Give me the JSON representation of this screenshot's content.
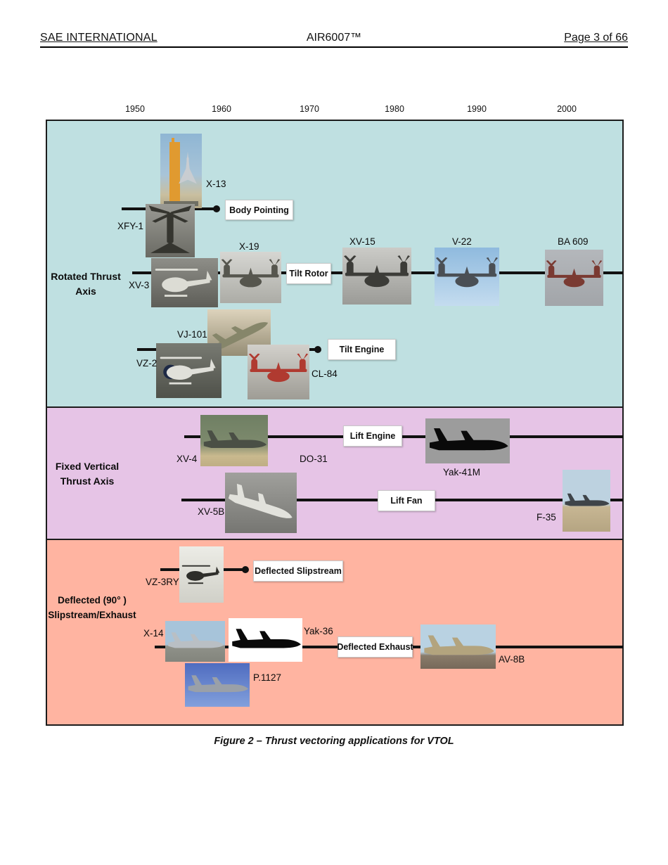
{
  "header": {
    "left": "SAE INTERNATIONAL",
    "center": "AIR6007™",
    "right": "Page 3 of 66"
  },
  "timeline": {
    "years": [
      "1950",
      "1960",
      "1970",
      "1980",
      "1990",
      "2000"
    ]
  },
  "figure": {
    "bands": [
      {
        "label_lines": [
          "Rotated Thrust",
          "Axis"
        ],
        "color": "#bfe0e1",
        "rows": [
          {
            "category": "Body Pointing",
            "aircraft": [
              "X-13",
              "XFY-1"
            ]
          },
          {
            "category": "Tilt Rotor",
            "aircraft": [
              "XV-3",
              "X-19",
              "XV-15",
              "V-22",
              "BA 609"
            ]
          },
          {
            "category": "Tilt Engine",
            "aircraft": [
              "VJ-101",
              "VZ-2",
              "CL-84"
            ]
          }
        ]
      },
      {
        "label_lines": [
          "Fixed Vertical",
          "Thrust Axis"
        ],
        "color": "#e6c4e6",
        "rows": [
          {
            "category": "Lift Engine",
            "aircraft": [
              "XV-4",
              "DO-31",
              "Yak-41M"
            ]
          },
          {
            "category": "Lift Fan",
            "aircraft": [
              "XV-5B",
              "F-35"
            ]
          }
        ]
      },
      {
        "label_lines": [
          "Deflected (90° )",
          "Slipstream/Exhaust"
        ],
        "color": "#ffb4a1",
        "rows": [
          {
            "category": "Deflected Slipstream",
            "aircraft": [
              "VZ-3RY"
            ]
          },
          {
            "category": "Deflected Exhaust",
            "aircraft": [
              "X-14",
              "Yak-36",
              "AV-8B",
              "P.1127"
            ]
          }
        ]
      }
    ],
    "caption": "Figure 2 – Thrust vectoring applications for VTOL"
  },
  "colors": {
    "timeline_line": "#111111",
    "band_border": "#1c1c1c",
    "category_box_bg": "#ffffff"
  }
}
